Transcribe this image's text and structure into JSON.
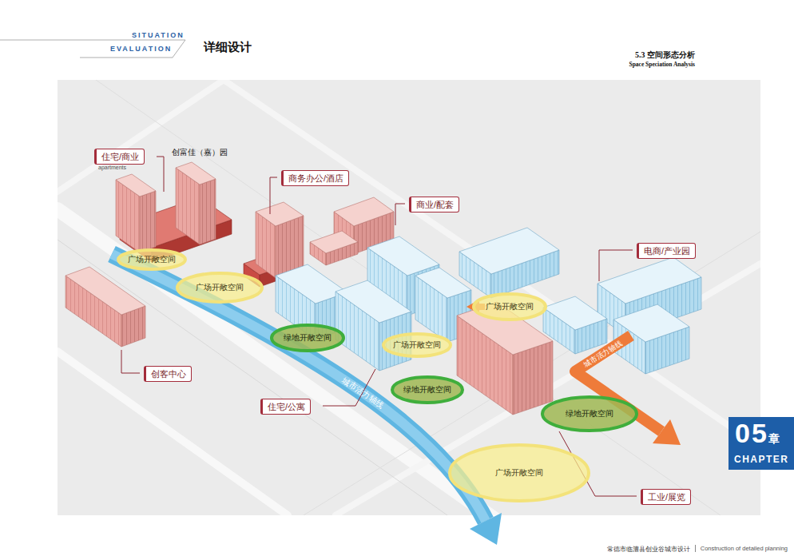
{
  "diagram": {
    "title": "详细设计",
    "nodes": [
      {
        "text": [
          "住宅/商业",
          "apartments"
        ]
      },
      {
        "text": [
          "商务办公/酒店"
        ]
      },
      {
        "text": [
          "商业/配套"
        ]
      },
      {
        "text": [
          "电商/产业园"
        ]
      },
      {
        "text": [
          "广场开敞空间"
        ]
      },
      {
        "text": [
          "广场开敞空间"
        ]
      },
      {
        "text": [
          "广场开敞空间"
        ]
      },
      {
        "text": [
          "绿地开敞空间"
        ]
      },
      {
        "text": [
          "广场开敞空间"
        ]
      },
      {
        "text": [
          "创客中心"
        ]
      },
      {
        "text": [
          "绿地开敞空间"
        ]
      },
      {
        "text": [
          "住宅/公寓"
        ]
      },
      {
        "text": [
          "绿地开敞空间"
        ]
      },
      {
        "text": [
          "广场开敞空间"
        ]
      },
      {
        "text": [
          "工业/展览"
        ]
      },
      {
        "text": [
          "05",
          "章",
          "CHAPTER"
        ]
      }
    ],
    "labels": [
      "SITUATION",
      "EVALUATION",
      "5.3 空间形态分析",
      "Space Speciation Analysis",
      "创富佳（嘉）园",
      "城市活力轴线",
      "城市活力轴线",
      "常德市临澧县创业谷城市设计",
      "Construction of detailed planning"
    ]
  }
}
